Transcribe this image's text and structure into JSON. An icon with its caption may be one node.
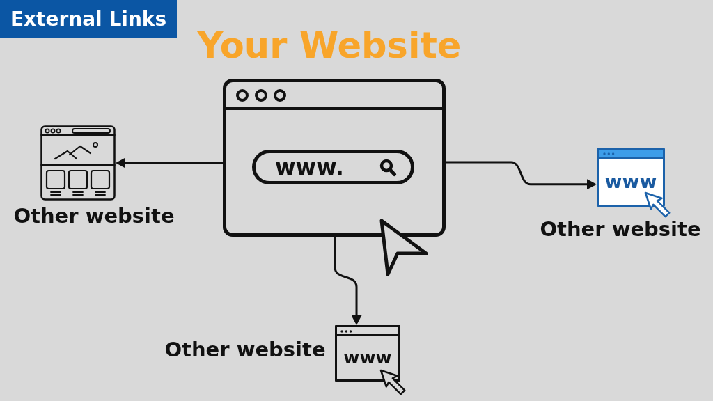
{
  "diagram": {
    "title": "External Links",
    "nodes": [
      {
        "text": [
          "www."
        ],
        "beside": [
          "Your Website"
        ]
      },
      {
        "text": [],
        "shape": "picture",
        "beside": [
          "Other website"
        ]
      },
      {
        "text": [
          "www"
        ],
        "beside": [
          "Other website"
        ]
      },
      {
        "text": [
          "www"
        ],
        "beside": [
          "Other website"
        ]
      }
    ],
    "edges": [
      {
        "from": 0,
        "to": 1,
        "arrow": "to"
      },
      {
        "from": 0,
        "to": 2,
        "arrow": "to"
      },
      {
        "from": 0,
        "to": 3,
        "arrow": "to"
      }
    ]
  }
}
